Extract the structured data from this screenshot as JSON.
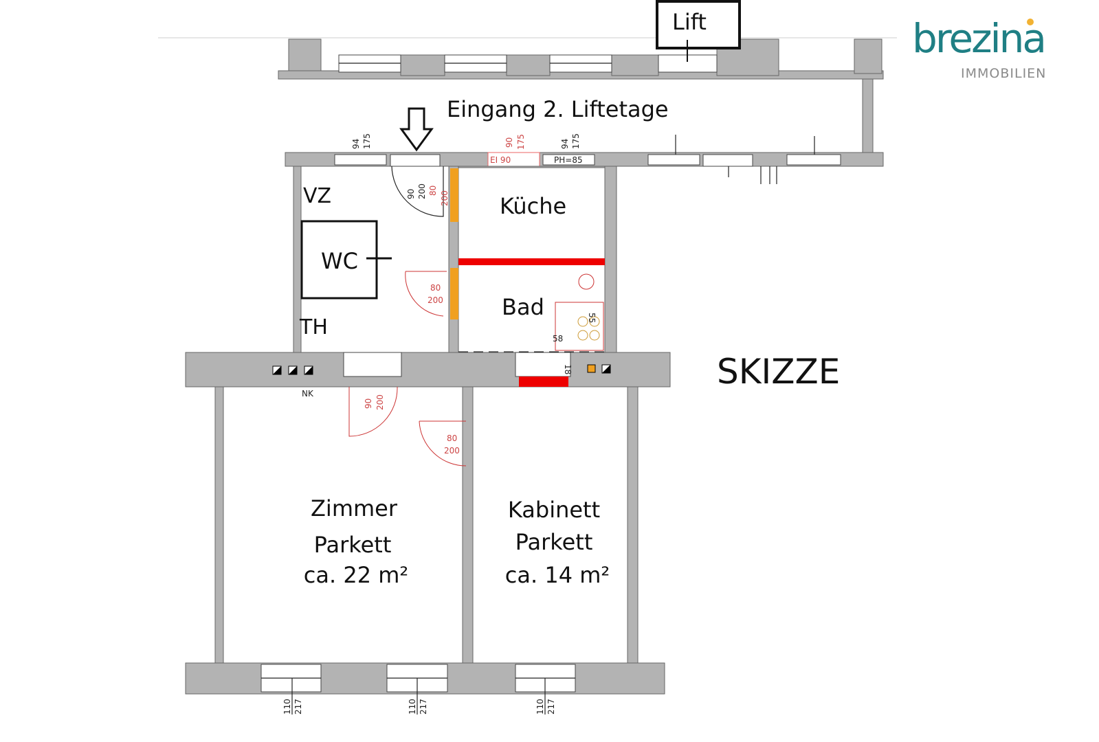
{
  "logo": {
    "brand": "brezina",
    "sub": "IMMOBILIEN",
    "teal": "#1f8a8c",
    "dot": "#f2b233"
  },
  "labels": {
    "lift": "Lift",
    "entrance": "Eingang 2. Liftetage",
    "vz": "VZ",
    "wc": "WC",
    "th": "TH",
    "kitchen": "Küche",
    "bath": "Bad",
    "sketch": "SKIZZE",
    "nk": "NK",
    "zimmer": [
      "Zimmer",
      "Parkett",
      "ca. 22 m²"
    ],
    "kabinett": [
      "Kabinett",
      "Parkett",
      "ca. 14 m²"
    ]
  },
  "dimensions": {
    "win_top_left": [
      "94",
      "175"
    ],
    "door_entry": [
      "90",
      "200"
    ],
    "door_kitchen": [
      "80",
      "200"
    ],
    "door_fire": [
      "90",
      "175"
    ],
    "fire_rating": "EI 90",
    "win_top_right": [
      "94",
      "175"
    ],
    "parapet": "PH=85",
    "door_bath": [
      "80",
      "200"
    ],
    "door_zimmer": [
      "90",
      "200"
    ],
    "door_kabinett": [
      "80",
      "200"
    ],
    "bath_58": "58",
    "bath_55": "55",
    "wall_18": "18",
    "win_bottom": [
      [
        "110",
        "217"
      ],
      [
        "110",
        "217"
      ],
      [
        "110",
        "217"
      ]
    ]
  }
}
